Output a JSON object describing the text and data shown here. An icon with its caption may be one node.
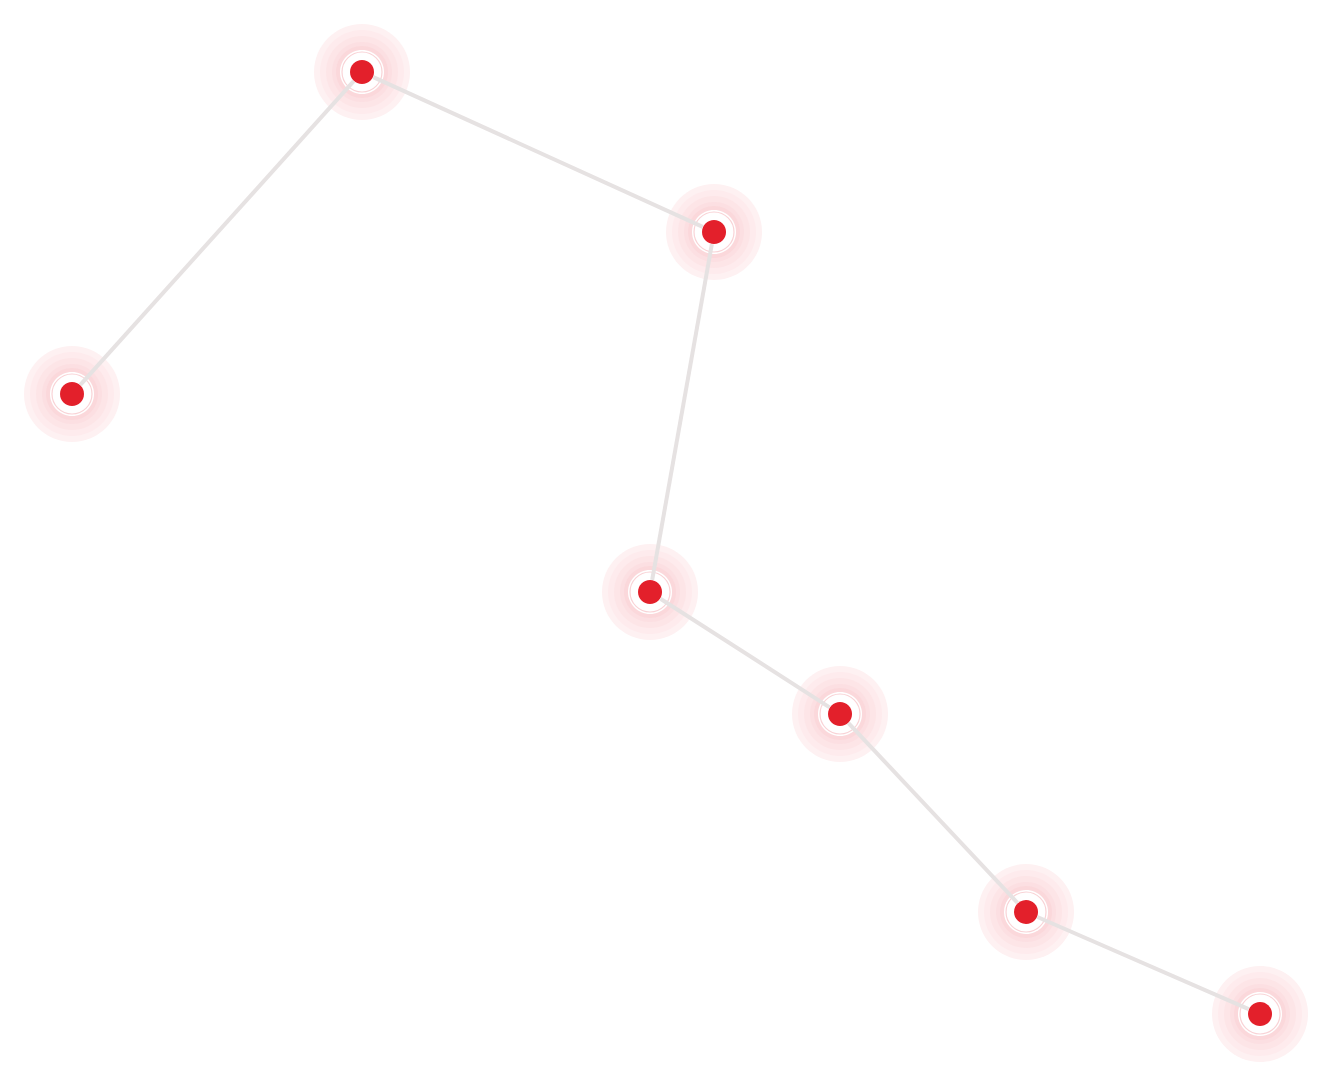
{
  "diagram": {
    "nodes": [
      {
        "text": [],
        "shape": "circle"
      },
      {
        "text": [],
        "shape": "circle"
      },
      {
        "text": [],
        "shape": "circle"
      },
      {
        "text": [],
        "shape": "circle"
      },
      {
        "text": [],
        "shape": "circle"
      },
      {
        "text": [],
        "shape": "circle"
      },
      {
        "text": [],
        "shape": "circle"
      }
    ],
    "edges": [
      {
        "from": 0,
        "to": 1,
        "arrow": "none"
      },
      {
        "from": 1,
        "to": 3,
        "arrow": "none"
      },
      {
        "from": 3,
        "to": 2,
        "arrow": "none"
      },
      {
        "from": 2,
        "to": 4,
        "arrow": "none"
      },
      {
        "from": 4,
        "to": 5,
        "arrow": "none"
      },
      {
        "from": 5,
        "to": 6,
        "arrow": "none"
      }
    ]
  }
}
